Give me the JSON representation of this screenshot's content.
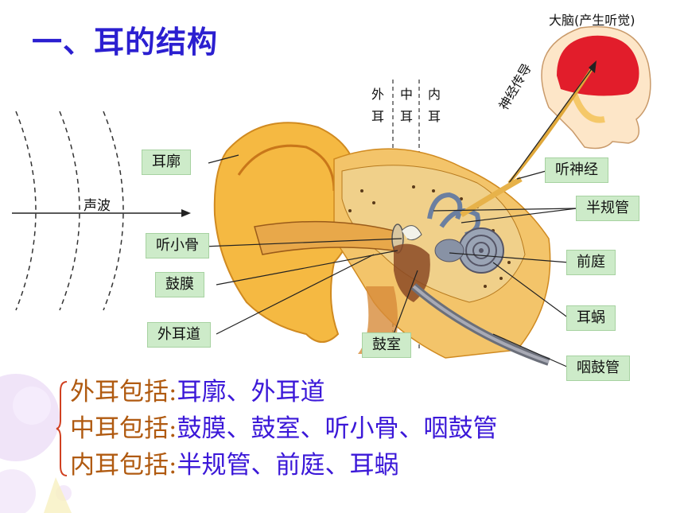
{
  "title": "一、耳的结构",
  "brain": {
    "caption": "大脑(产生听觉)",
    "nerve": "神经传导"
  },
  "sections": {
    "outer": "外耳",
    "middle": "中耳",
    "inner": "内耳"
  },
  "sound_wave": "声波",
  "labels": {
    "pinna": "耳廓",
    "ossicles": "听小骨",
    "eardrum": "鼓膜",
    "ear_canal": "外耳道",
    "tympanic_cavity": "鼓室",
    "auditory_nerve": "听神经",
    "semicircular": "半规管",
    "vestibule": "前庭",
    "cochlea": "耳蜗",
    "eustachian": "咽鼓管"
  },
  "summary": [
    {
      "key": "外耳包括:",
      "value": "耳廓、外耳道"
    },
    {
      "key": "中耳包括:",
      "value": "鼓膜、鼓室、听小骨、咽鼓管"
    },
    {
      "key": "内耳包括:",
      "value": "半规管、前庭、耳蜗"
    }
  ],
  "colors": {
    "title": "#2b1fd0",
    "label_bg": "#cdebc9",
    "summary_key": "#b05a10",
    "summary_value": "#3b18d8",
    "ear": "#f5b942"
  }
}
